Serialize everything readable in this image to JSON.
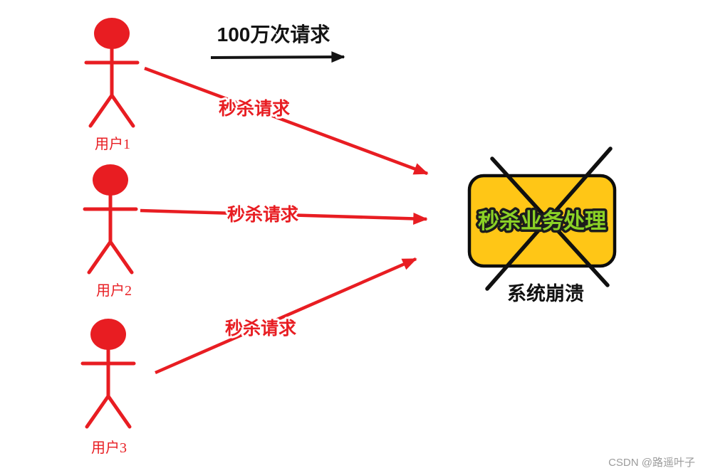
{
  "colors": {
    "red": "#e81d22",
    "yellow": "#ffc616",
    "green": "#8bd226",
    "black": "#111111",
    "watermark_gray": "#9c9c9c"
  },
  "top_arrow": {
    "label": "100万次请求"
  },
  "users": [
    {
      "label": "用户1"
    },
    {
      "label": "用户2"
    },
    {
      "label": "用户3"
    }
  ],
  "request_labels": [
    {
      "label": "秒杀请求"
    },
    {
      "label": "秒杀请求"
    },
    {
      "label": "秒杀请求"
    }
  ],
  "system_box": {
    "label": "秒杀业务处理",
    "status_label": "系统崩溃"
  },
  "watermark": {
    "text": "CSDN @路遥叶子"
  }
}
